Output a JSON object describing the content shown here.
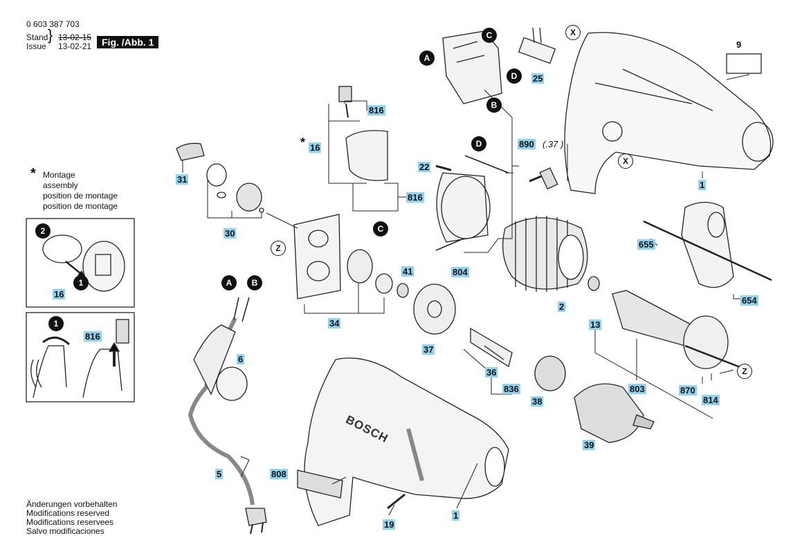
{
  "header": {
    "part_number": "0 603 387 703",
    "stand_label": "Stand",
    "issue_label": "Issue",
    "old_date": "13-02-15",
    "new_date": "13-02-21",
    "figure_label": "Fig. /Abb. 1"
  },
  "assembly_note": {
    "symbol": "*",
    "lines": [
      "Montage",
      "assembly",
      "position de montage",
      "position de montage"
    ]
  },
  "footer": {
    "lines": [
      "Änderungen vorbehalten",
      "Modifications reserved",
      "Modifications reservees",
      "Salvo modificaciones"
    ]
  },
  "brand": "BOSCH",
  "parts": {
    "p1a": "1",
    "p1b": "1",
    "p2": "2",
    "p5": "5",
    "p6": "6",
    "p9": "9",
    "p13": "13",
    "p16a": "16",
    "p16b": "16",
    "p19": "19",
    "p22": "22",
    "p25": "25",
    "p30": "30",
    "p31": "31",
    "p34": "34",
    "p36": "36",
    "p37": "37",
    "p38": "38",
    "p39": "39",
    "p41": "41",
    "p654": "654",
    "p655": "655",
    "p803": "803",
    "p804": "804",
    "p808": "808",
    "p814": "814",
    "p816a": "816",
    "p816b": "816",
    "p816c": "816",
    "p836": "836",
    "p870": "870",
    "p890": "890",
    "p890_ref": "(.37 )"
  },
  "callouts": {
    "A": "A",
    "B": "B",
    "C": "C",
    "D": "D",
    "X": "X",
    "Z": "Z",
    "n1": "1",
    "n2": "2"
  }
}
